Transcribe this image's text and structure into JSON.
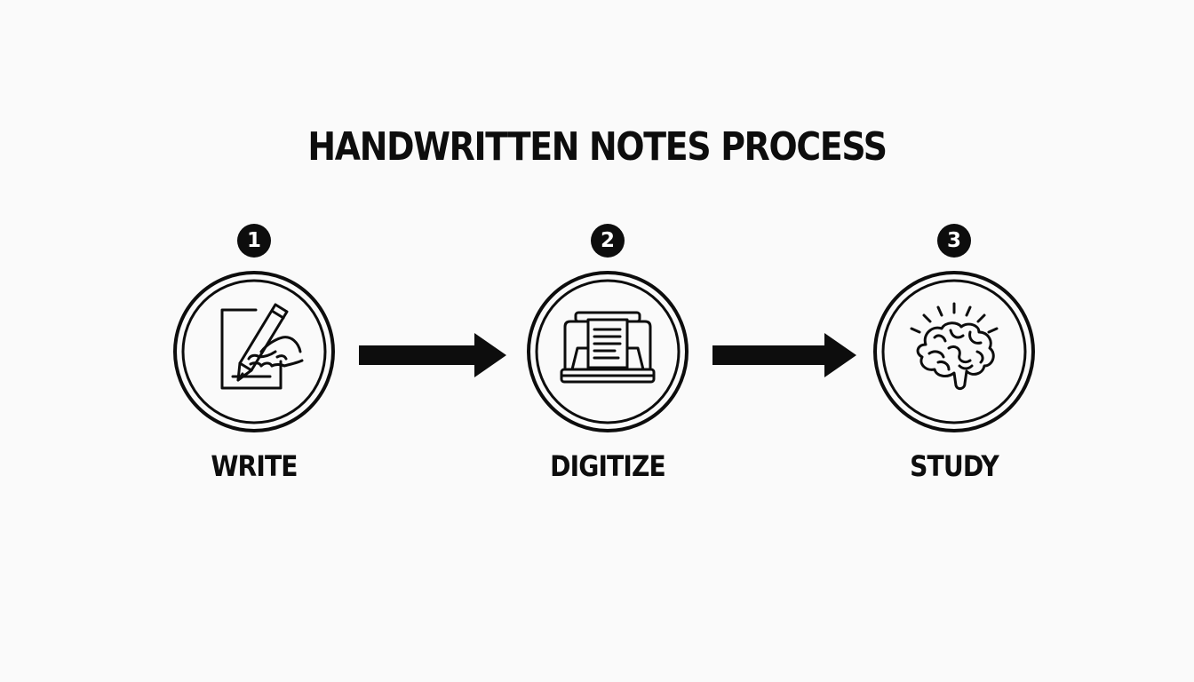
{
  "title": "HANDWRITTEN NOTES PROCESS",
  "steps": [
    {
      "number": "1",
      "label": "WRITE",
      "icon": "pen-writing-icon"
    },
    {
      "number": "2",
      "label": "DIGITIZE",
      "icon": "scanner-icon"
    },
    {
      "number": "3",
      "label": "STUDY",
      "icon": "brain-icon"
    }
  ],
  "colors": {
    "background": "#fafafa",
    "ink": "#0d0d0d"
  }
}
